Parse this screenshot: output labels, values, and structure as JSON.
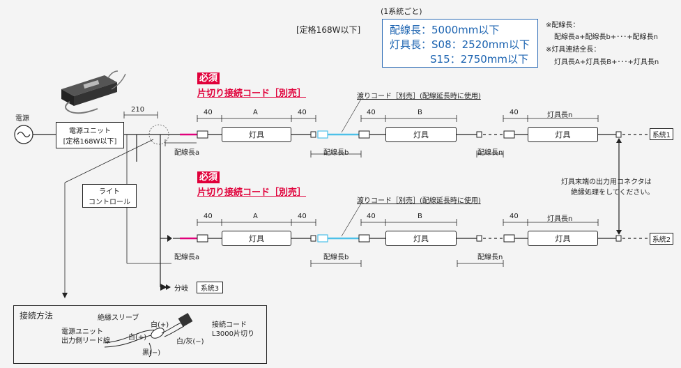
{
  "header": {
    "rated": "[定格168W以下]",
    "per_system": "(1系統ごと)",
    "spec_line1": "配線長：5000mm以下",
    "spec_line2": "灯具長：S08：2520mm以下",
    "spec_line3": "S15：2750mm以下",
    "note1_title": "※配線長：",
    "note1_body": "配線長a+配線長b+･･･+配線長n",
    "note2_title": "※灯具連結全長：",
    "note2_body": "灯具長A+灯具長B+･･･+灯具長n"
  },
  "left": {
    "power_label": "電源",
    "unit_line1": "電源ユニット",
    "unit_line2": "[定格168W以下]",
    "dim_210": "210",
    "light_ctrl_line1": "ライト",
    "light_ctrl_line2": "コントロール",
    "branch": "分岐",
    "system3": "系統3"
  },
  "row1": {
    "must": "必須",
    "cord": "片切り接続コード［別売］",
    "bridge": "渡りコード［別売］(配線延長時に使用)",
    "d40a": "40",
    "lenA": "A",
    "d40b": "40",
    "d40c": "40",
    "lenB": "B",
    "d40d": "40",
    "lenN": "灯具長n",
    "lamp1": "灯具",
    "lamp2": "灯具",
    "lamp3": "灯具",
    "wire_a": "配線長a",
    "wire_b": "配線長b",
    "wire_n": "配線長n",
    "system": "系統1"
  },
  "row2": {
    "must": "必須",
    "cord": "片切り接続コード［別売］",
    "bridge": "渡りコード［別売］(配線延長時に使用)",
    "d40a": "40",
    "lenA": "A",
    "d40b": "40",
    "d40c": "40",
    "lenB": "B",
    "d40d": "40",
    "lenN": "灯具長n",
    "lamp1": "灯具",
    "lamp2": "灯具",
    "lamp3": "灯具",
    "wire_a": "配線長a",
    "wire_b": "配線長b",
    "wire_n": "配線長n",
    "system": "系統2"
  },
  "end_note": {
    "line1": "灯具末端の出力用コネクタは",
    "line2": "絶縁処理をしてください。"
  },
  "connection": {
    "title": "接続方法",
    "sleeve": "絶縁スリーブ",
    "white_plus_top": "白(+)",
    "cord_line1": "接続コード",
    "cord_line2": "L3000片切り",
    "unit_line1": "電源ユニット",
    "unit_line2": "出力側リード線",
    "white_plus": "白(+)",
    "white_gray": "白/灰(−)",
    "black": "黒(−)"
  }
}
